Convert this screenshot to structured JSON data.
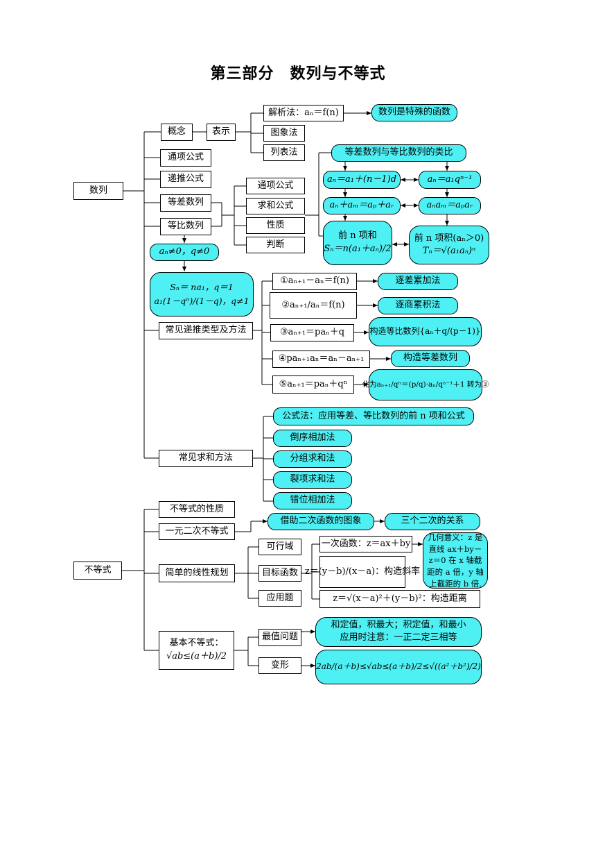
{
  "title": "第三部分　数列与不等式",
  "seq": {
    "root": "数列",
    "gainian": "概念",
    "biaoshi": "表示",
    "jiexi": "解析法：aₙ＝f(n)",
    "teshu": "数列是特殊的函数",
    "tuxiang": "图象法",
    "liebiao": "列表法",
    "tongxiang": "通项公式",
    "ditui": "递推公式",
    "dengcha": "等差数列",
    "dengbi": "等比数列",
    "g_tongxiang": "通项公式",
    "g_qiuhe": "求和公式",
    "g_xingzhi": "性质",
    "g_panduan": "判断",
    "leibi": "等差数列与等比数列的类比",
    "ad_general": "aₙ＝a₁＋(n－1)d",
    "ag_general": "aₙ＝a₁qⁿ⁻¹",
    "ad_prop": "aₙ＋aₘ＝aₚ＋aᵣ",
    "ag_prop": "aₙaₘ＝aₚaᵣ",
    "ad_sum_1": "前 n 项和",
    "ad_sum_2": "Sₙ＝n(a₁＋aₙ)/2",
    "ag_prod_1": "前 n 项积(aₙ＞0)",
    "ag_prod_2": "Tₙ＝√(a₁aₙ)ⁿ",
    "cond": "aₙ≠0，q≠0",
    "gsum_1": "Sₙ＝ na₁，q＝1",
    "gsum_2": "a₁(1－qⁿ)/(1－q)，q≠1",
    "recur_title": "常见递推类型及方法",
    "r1": "①aₙ₊₁－aₙ＝f(n)",
    "r1m": "逐差累加法",
    "r2": "②aₙ₊₁/aₙ＝f(n)",
    "r2m": "逐商累积法",
    "r3": "③aₙ₊₁＝paₙ＋q",
    "r3m": "构造等比数列{aₙ＋q/(p－1)}",
    "r4": "④paₙ₊₁aₙ＝aₙ－aₙ₊₁",
    "r4m": "构造等差数列",
    "r5": "⑤aₙ₊₁＝paₙ＋qⁿ",
    "r5m": "化为aₙ₊₁/qⁿ＝(p/q)·aₙ/qⁿ⁻¹＋1 转为③",
    "sum_title": "常见求和方法",
    "s1": "公式法：应用等差、等比数列的前 n 项和公式",
    "s2": "倒序相加法",
    "s3": "分组求和法",
    "s4": "裂项求和法",
    "s5": "错位相加法"
  },
  "ineq": {
    "root": "不等式",
    "xingzhi": "不等式的性质",
    "yiyuan": "一元二次不等式",
    "jiezhu": "借助二次函数的图象",
    "sange": "三个二次的关系",
    "xianxing": "简单的线性规划",
    "kexing": "可行域",
    "mubiao": "目标函数",
    "yingyong": "应用题",
    "obj1": "一次函数：z＝ax＋by",
    "obj2": "z＝(y－b)/(x－a)：构造斜率",
    "obj3": "z＝√(x－a)²＋(y－b)²：构造距离",
    "jihe": "几何意义：z 是直线 ax＋by－z＝0 在 x 轴截距的 a 倍，y 轴上截距的 b 倍.",
    "jiben_1": "基本不等式：",
    "jiben_2": "√ab≤(a＋b)/2",
    "zuizhi": "最值问题",
    "zuizhi_note_1": "和定值，积最大；积定值，和最小",
    "zuizhi_note_2": "应用时注意：一正二定三相等",
    "bianxing": "变形",
    "bianxing_note": "2ab/(a＋b)≤√ab≤(a＋b)/2≤√((a²＋b²)/2)"
  }
}
